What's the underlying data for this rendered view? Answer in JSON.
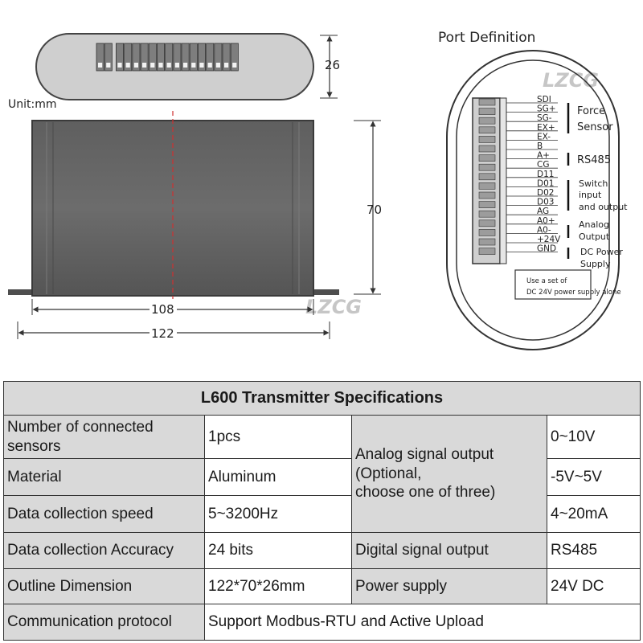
{
  "diagram": {
    "unit_label": "Unit:mm",
    "dim_height_side": "26",
    "dim_height_front": "70",
    "dim_inner_width": "108",
    "dim_outer_width": "122",
    "watermark": "LZCG",
    "port_title": "Port Definition",
    "pins": [
      "SDI",
      "SG+",
      "SG-",
      "EX+",
      "EX-",
      "B",
      "A+",
      "CG",
      "D11",
      "D01",
      "D02",
      "D03",
      "AG",
      "A0+",
      "A0-",
      "+24V",
      "GND"
    ],
    "groups": {
      "force_sensor": [
        "Force",
        "Sensor"
      ],
      "rs485": "RS485",
      "switch_io": [
        "Switch",
        "input",
        "and output"
      ],
      "analog_output": [
        "Analog",
        "Output"
      ],
      "dc_power": [
        "DC Power",
        "Supply"
      ]
    },
    "power_note": [
      "Use a set of",
      "DC 24V power supply alone"
    ]
  },
  "table": {
    "title": "L600 Transmitter Specifications",
    "rows": [
      {
        "label": "Number of connected sensors",
        "value": "1pcs"
      },
      {
        "label": "Material",
        "value": "Aluminum"
      },
      {
        "label": "Data collection speed",
        "value": "5~3200Hz"
      },
      {
        "label": "Data collection Accuracy",
        "value": "24 bits"
      },
      {
        "label": "Outline Dimension",
        "value": "122*70*26mm"
      },
      {
        "label": "Communication protocol",
        "value": "Support Modbus-RTU and Active Upload"
      }
    ],
    "analog": {
      "label": "Analog signal output (Optional, choose one of three)",
      "label_lines": [
        "Analog signal output",
        "(Optional,",
        "choose one of three)"
      ],
      "options": [
        "0~10V",
        "-5V~5V",
        "4~20mA"
      ]
    },
    "digital": {
      "label": "Digital signal output",
      "value": "RS485"
    },
    "power": {
      "label": "Power supply",
      "value": "24V DC"
    }
  }
}
